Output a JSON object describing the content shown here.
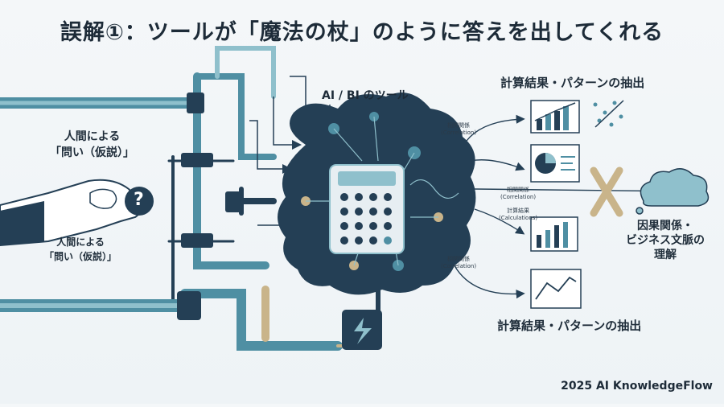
{
  "title": "誤解①：ツールが「魔法の杖」のように答えを出してくれる",
  "center_label": "AI / BI のツール",
  "human_input_top": [
    "人間による",
    "「問い（仮説）」"
  ],
  "human_input_bottom": [
    "人間による",
    "「問い（仮説）」"
  ],
  "hand_symbol": "?",
  "annotations": [
    [
      "相関関係",
      "(Correlation)"
    ],
    [
      "相関関係",
      "(Correlation)"
    ],
    [
      "計算結果",
      "(Calculations)"
    ],
    [
      "相関関係",
      "(Correlation)"
    ]
  ],
  "results_top": "計算結果・パターンの抽出",
  "results_bottom": "計算結果・パターンの抽出",
  "causal_label": [
    "因果関係・",
    "ビジネス文脈の",
    "理解"
  ],
  "footer": "2025 AI KnowledgeFlow",
  "colors": {
    "navy": "#243f55",
    "teal": "#4f8fa3",
    "light_teal": "#8fc0cc",
    "gold": "#c9b48a",
    "ink": "#1d2b38"
  },
  "icons": [
    "hand-icon",
    "question-icon",
    "ai-cloud-icon",
    "calculator-icon",
    "lightning-icon",
    "bar-chart-icon",
    "pie-chart-icon",
    "scatter-icon",
    "line-chart-icon",
    "cross-icon",
    "thought-cloud-icon"
  ]
}
